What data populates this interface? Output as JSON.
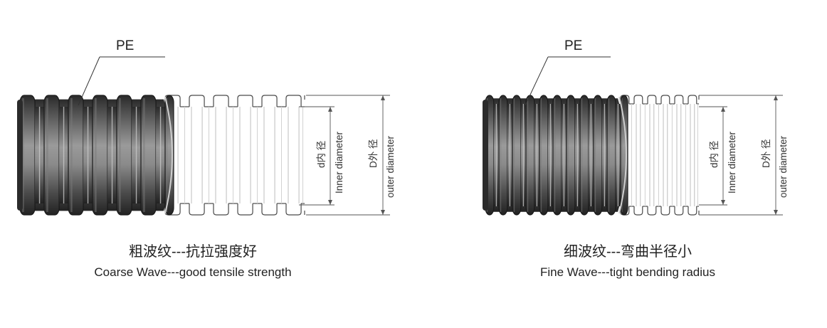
{
  "colors": {
    "pe_dark": "#2f2f2f",
    "pe_mid": "#6a6a6a",
    "pe_light": "#a9a9a9",
    "shell_outline": "#4a4a4a",
    "shell_fill": "#ffffff"
  },
  "left": {
    "pe_label": "PE",
    "inner_dim_cn": "d内 径",
    "inner_dim_en": "Inner diameter",
    "outer_dim_cn": "D外 径",
    "outer_dim_en": "outer diameter",
    "caption_cn": "粗波纹---抗拉强度好",
    "caption_en": "Coarse Wave---good tensile strength"
  },
  "right": {
    "pe_label": "PE",
    "inner_dim_cn": "d内 径",
    "inner_dim_en": "Inner diameter",
    "outer_dim_cn": "D外 径",
    "outer_dim_en": "outer diameter",
    "caption_cn": "细波纹---弯曲半径小",
    "caption_en": "Fine Wave---tight bending radius"
  }
}
